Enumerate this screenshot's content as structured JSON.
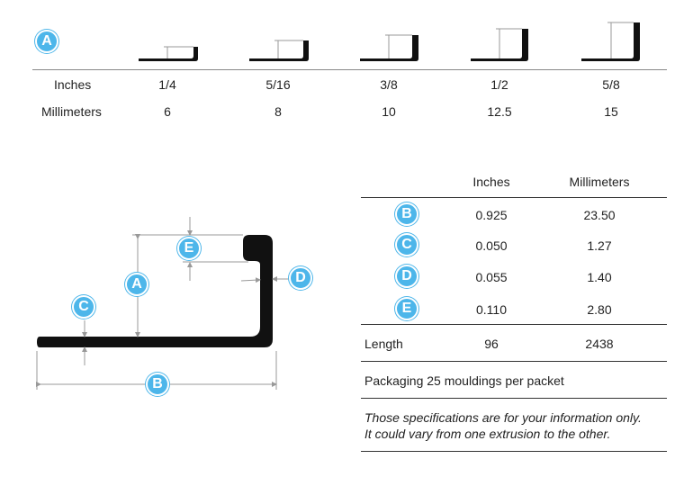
{
  "colors": {
    "badge": "#4db6ea",
    "profile": "#111111",
    "dimension": "#999999",
    "rule": "#333333"
  },
  "badges": {
    "a": "A",
    "b": "B",
    "c": "C",
    "d": "D",
    "e": "E"
  },
  "size_table": {
    "row_labels": [
      "Inches",
      "Millimeters"
    ],
    "sizes": [
      {
        "inches": "1/4",
        "mm": "6"
      },
      {
        "inches": "5/16",
        "mm": "8"
      },
      {
        "inches": "3/8",
        "mm": "10"
      },
      {
        "inches": "1/2",
        "mm": "12.5"
      },
      {
        "inches": "5/8",
        "mm": "15"
      }
    ]
  },
  "spec_table": {
    "headers": [
      "Inches",
      "Millimeters"
    ],
    "rows": [
      {
        "badge": "B",
        "inches": "0.925",
        "mm": "23.50"
      },
      {
        "badge": "C",
        "inches": "0.050",
        "mm": "1.27"
      },
      {
        "badge": "D",
        "inches": "0.055",
        "mm": "1.40"
      },
      {
        "badge": "E",
        "inches": "0.110",
        "mm": "2.80"
      }
    ],
    "length": {
      "label": "Length",
      "inches": "96",
      "mm": "2438"
    },
    "packaging": "Packaging 25 mouldings per packet",
    "note_line1": "Those specifications are for your information only.",
    "note_line2": "It could vary from one extrusion to the other."
  }
}
